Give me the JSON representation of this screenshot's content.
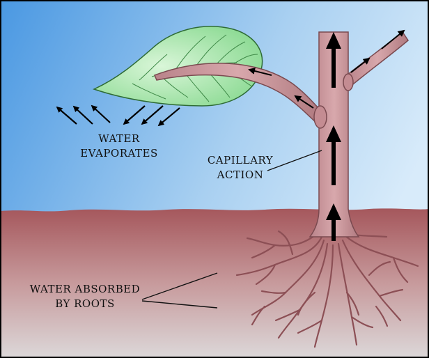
{
  "labels": {
    "evaporates_line1": "WATER",
    "evaporates_line2": "EVAPORATES",
    "capillary_line1": "CAPILLARY",
    "capillary_line2": "ACTION",
    "roots_line1": "WATER ABSORBED",
    "roots_line2": "BY ROOTS"
  },
  "colors": {
    "sky_top": "#4f9fe6",
    "sky_bottom": "#cfe6f8",
    "soil_top": "#a85a5e",
    "soil_bottom": "#d8d3d4",
    "stem": "#c99397",
    "leaf": "#9fe2a6",
    "arrow": "#000000"
  }
}
